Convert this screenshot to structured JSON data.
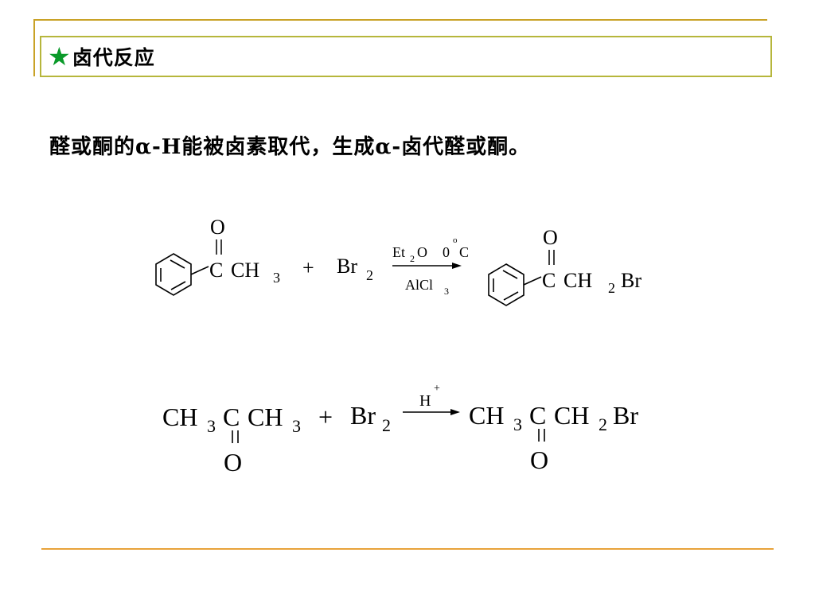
{
  "slide": {
    "title_star": "★",
    "title": "卤代反应",
    "intro": "醛或酮的α-H能被卤素取代，生成α-卤代醛或酮。",
    "accent_colors": {
      "frame": "#c9a227",
      "title_border": "#b6b63c",
      "star": "#0a9a2a",
      "bottom_rule": "#e8a33a"
    }
  },
  "reaction1": {
    "oxygen": "O",
    "carbonyl_c": "C",
    "ch": "CH",
    "sub3": "3",
    "plus": "+",
    "reagent": "Br",
    "sub2": "2",
    "cond_top_a": "Et",
    "cond_top_sub": "2",
    "cond_top_b": "O",
    "cond_temp_0": "0",
    "cond_temp_o": "o",
    "cond_temp_c": "C",
    "cond_bottom_a": "AlCl",
    "cond_bottom_sub": "3",
    "product_oxygen": "O",
    "product_c": "C",
    "product_ch": "CH",
    "product_sub2": "2",
    "product_br": "Br"
  },
  "reaction2": {
    "ch3_left": "CH",
    "sub3": "3",
    "carbonyl_c": "C",
    "ch3_right": "CH",
    "plus": "+",
    "reagent": "Br",
    "sub2": "2",
    "catalyst": "H",
    "catalyst_sup": "+",
    "oxygen": "O",
    "product_ch3": "CH",
    "product_c": "C",
    "product_ch2": "CH",
    "product_sub2": "2",
    "product_br": "Br",
    "product_oxygen": "O"
  }
}
